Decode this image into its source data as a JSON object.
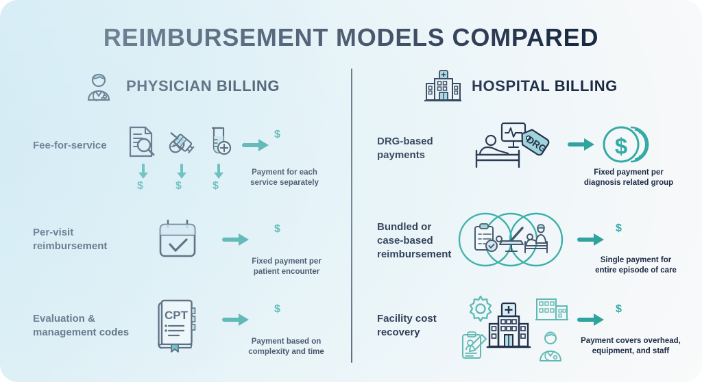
{
  "title": "REIMBURSEMENT MODELS COMPARED",
  "theme": {
    "accent_teal": "#35aaa4",
    "navy": "#1b2a44",
    "icon_navy": "#22324d",
    "icon_teal": "#3aaea8",
    "bg_light_blue": "#daeef6",
    "bg_white": "#fbfbfb"
  },
  "columns": {
    "left": {
      "heading": "PHYSICIAN BILLING",
      "icon": "physician-icon",
      "rows": [
        {
          "label": "Fee-for-service",
          "icons": [
            "document-magnifier-icon",
            "syringe-pill-icon",
            "test-tube-plus-icon"
          ],
          "sub_arrows": [
            "down-arrow-icon",
            "down-arrow-icon",
            "down-arrow-icon"
          ],
          "sub_symbols": [
            "$",
            "$",
            "$"
          ],
          "arrow": "right-arrow-icon",
          "result_symbol": "$",
          "caption_line1": "Payment for each",
          "caption_line2": "service separately"
        },
        {
          "label_line1": "Per-visit",
          "label_line2": "reimbursement",
          "icons": [
            "calendar-check-icon"
          ],
          "arrow": "right-arrow-icon",
          "result_symbol": "$",
          "caption_line1": "Fixed payment per",
          "caption_line2": "patient encounter"
        },
        {
          "label_line1": "Evaluation &",
          "label_line2": "management codes",
          "icons": [
            "cpt-book-icon"
          ],
          "book_text": "CPT",
          "arrow": "right-arrow-icon",
          "result_symbol": "$",
          "caption_line1": "Payment based on",
          "caption_line2": "complexity and time"
        }
      ]
    },
    "right": {
      "heading": "HOSPITAL BILLING",
      "icon": "hospital-building-icon",
      "rows": [
        {
          "label_line1": "DRG-based",
          "label_line2": "payments",
          "icons": [
            "patient-bed-monitor-icon",
            "drg-tag-icon"
          ],
          "tag_text": "DRG",
          "arrow": "right-arrow-icon",
          "result_icon": "coin-stack-dollar-icon",
          "result_symbol": "$",
          "caption_line1": "Fixed payment per",
          "caption_line2": "diagnosis related group"
        },
        {
          "label_line1": "Bundled or",
          "label_line2": "case-based",
          "label_line3": "reimbursement",
          "icons": [
            "clipboard-check-circle-icon",
            "operating-table-circle-icon",
            "bedside-care-circle-icon"
          ],
          "arrow": "right-arrow-icon",
          "result_symbol": "$",
          "caption_line1": "Single payment for",
          "caption_line2": "entire episode of care"
        },
        {
          "label_line1": "Facility cost",
          "label_line2": "recovery",
          "icons": [
            "gear-icon",
            "clipboard-pencil-icon",
            "hospital-building-icon",
            "small-building-icon",
            "staff-member-icon"
          ],
          "arrow": "right-arrow-icon",
          "result_symbol": "$",
          "caption_line1": "Payment covers overhead,",
          "caption_line2": "equipment, and staff"
        }
      ]
    }
  }
}
